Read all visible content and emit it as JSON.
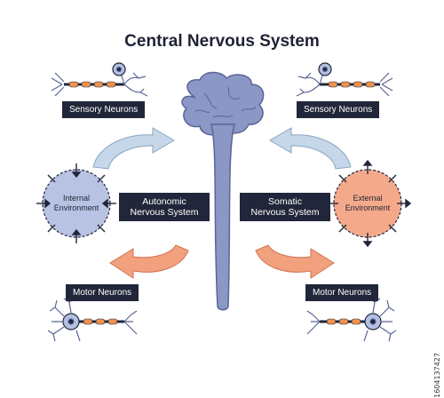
{
  "title": "Central Nervous System",
  "labels": {
    "sensory_left": "Sensory Neurons",
    "sensory_right": "Sensory Neurons",
    "motor_left": "Motor Neurons",
    "motor_right": "Motor Neurons",
    "autonomic_line1": "Autonomic",
    "autonomic_line2": "Nervous System",
    "somatic_line1": "Somatic",
    "somatic_line2": "Nervous System",
    "internal_line1": "Internal",
    "internal_line2": "Environment",
    "external_line1": "External",
    "external_line2": "Environment"
  },
  "stock_id": "1604137427",
  "colors": {
    "brain": "#8b97c4",
    "brain_outline": "#5b6597",
    "dark_label": "#22263a",
    "sensory_arrow": "#c5d7e8",
    "motor_arrow": "#f2a17f",
    "internal_fill": "#b8c3e3",
    "external_fill": "#f5a98b",
    "axon_orange": "#f0924e",
    "neuron_blue": "#b3c0e0"
  }
}
